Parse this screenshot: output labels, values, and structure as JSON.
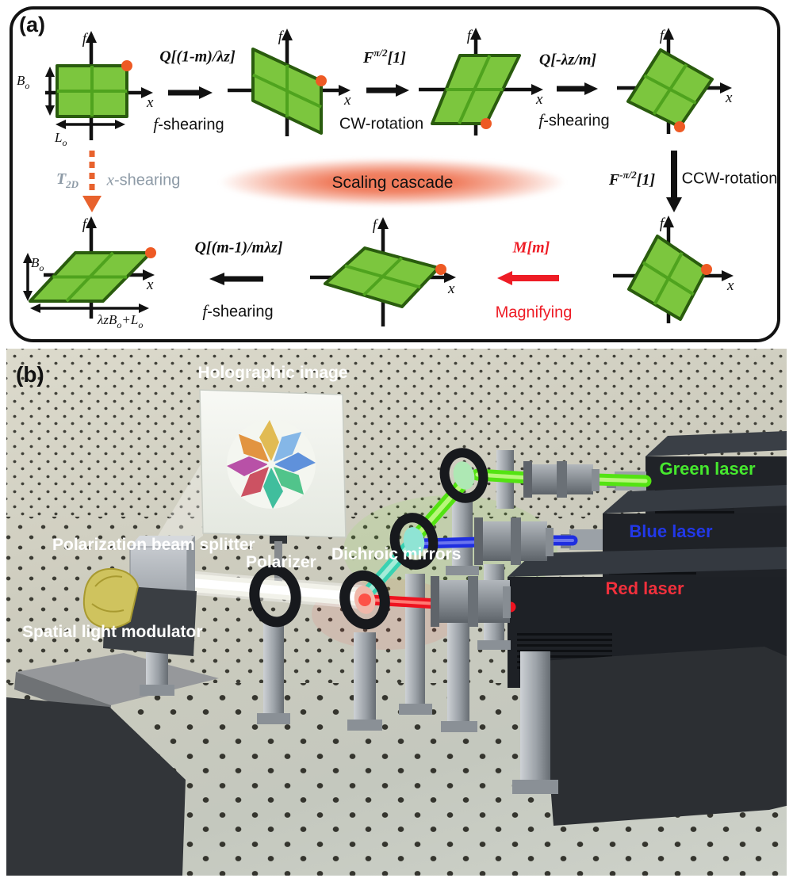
{
  "panel_a": {
    "label": "(a)",
    "axis_f": "f",
    "axis_x": "x",
    "cascade": "Scaling cascade",
    "steps": {
      "q1": {
        "op": "Q[(1-m)/λz]",
        "it": "f",
        "rest": "-shearing"
      },
      "cw": {
        "op_base": "F",
        "op_sup": "π/2",
        "op_rest": "[1]",
        "it": "",
        "rest": "CW-rotation"
      },
      "q2": {
        "op": "Q[-λz/m]",
        "it": "f",
        "rest": "-shearing"
      },
      "ccw": {
        "op_base": "F",
        "op_sup": "-π/2",
        "op_rest": "[1]",
        "it": "",
        "rest": "CCW-rotation"
      },
      "mag": {
        "op_base": "M",
        "op_rest": "[m]",
        "it": "",
        "rest": "Magnifying"
      },
      "q3": {
        "op": "Q[(m-1)/mλz]",
        "it": "f",
        "rest": "-shearing"
      },
      "t2d": {
        "op_base": "T",
        "op_sub": "2D",
        "it": "x",
        "rest": "-shearing"
      }
    },
    "dims": {
      "b_base": "B",
      "b_sub": "o",
      "l_base": "L",
      "l_sub": "o",
      "fin_p1": "λzB",
      "fin_s1": "o",
      "fin_p2": "+L",
      "fin_s2": "o"
    },
    "colors": {
      "shape_fill": "#7cc63e",
      "shape_stroke": "#2a5c0e",
      "shape_inner": "#4fa31e",
      "corner_dot": "#ee5a24",
      "magnify_red": "#ee1c25",
      "tshear_orange": "#e8622d",
      "tshear_gray": "#8d9aa6",
      "cascade_band": "#ef7554"
    }
  },
  "panel_b": {
    "label": "(b)",
    "labels": {
      "holographic": "Holographic image",
      "pbs": "Polarization beam splitter",
      "polarizer": "Polarizer",
      "dichroic": "Dichroic mirrors",
      "slm": "Spatial light modulator",
      "green_laser": "Green laser",
      "blue_laser": "Blue laser",
      "red_laser": "Red laser"
    },
    "label_colors": {
      "green": "#46e82e",
      "blue": "#2238e8",
      "red": "#f2303c",
      "white": "#ffffff"
    },
    "beam_colors": {
      "green": "#53e312",
      "teal": "#3ad2b2",
      "blue": "#1f2ee0",
      "red": "#ee1320",
      "white": "#ffffff"
    }
  }
}
